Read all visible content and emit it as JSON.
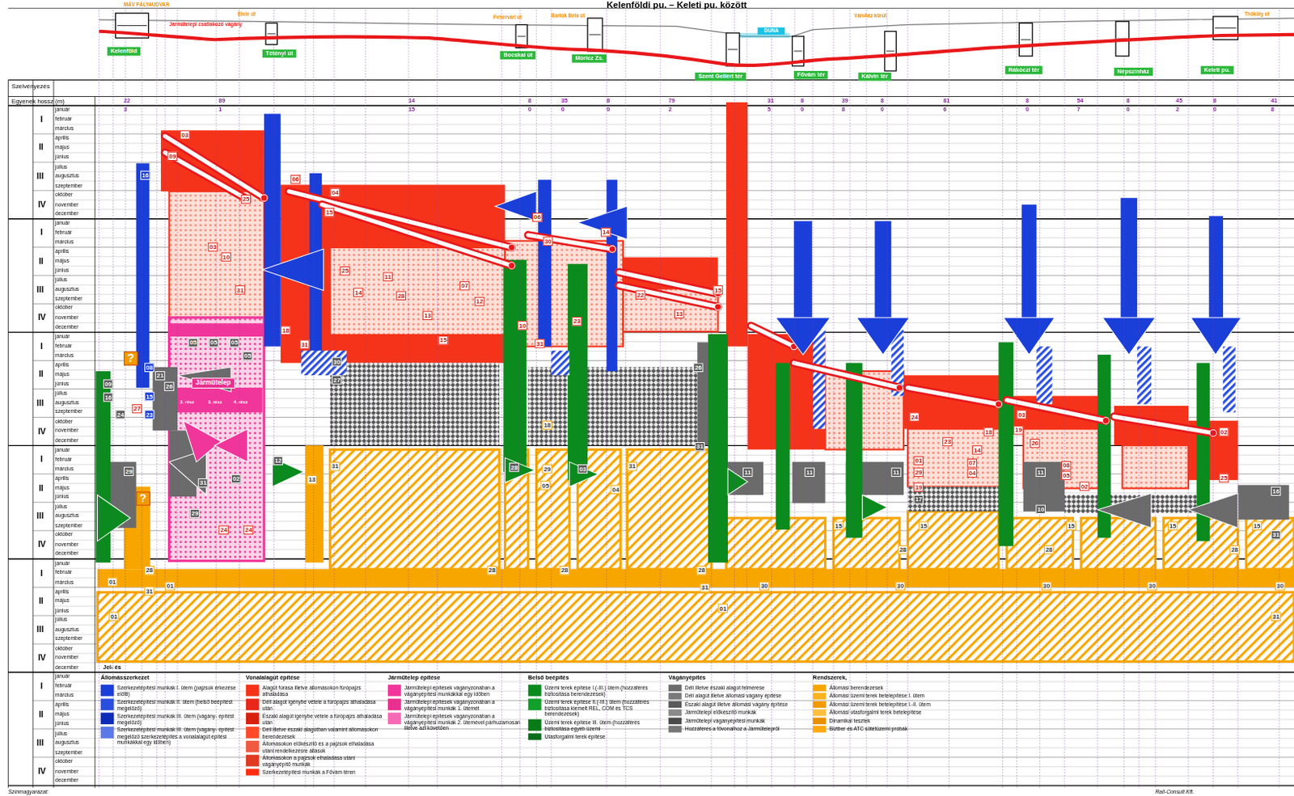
{
  "diagram": {
    "title": "Kelenföldi pu. – Keleti pu. között",
    "nodes": [
      {
        "text": [
          "Kelenföld"
        ]
      },
      {
        "text": [
          "Tétényi út"
        ]
      },
      {
        "text": [
          "Bocskai út"
        ]
      },
      {
        "text": [
          "Móricz Zs."
        ]
      },
      {
        "text": [
          "Szent Gellért tér"
        ]
      },
      {
        "text": [
          "Fővám tér"
        ]
      },
      {
        "text": [
          "Kálvin tér"
        ]
      },
      {
        "text": [
          "Rákóczi tér"
        ]
      },
      {
        "text": [
          "Népszínház"
        ]
      },
      {
        "text": [
          "Keleti pu."
        ]
      },
      {
        "text": [
          "DUNA"
        ]
      },
      {
        "text": [
          "Jármütelep"
        ]
      }
    ],
    "labels": [
      "MÁV PÁLYAUDVAR",
      "Járműtelepi csatlakozó vágány",
      "Etele út",
      "Fehérvári út",
      "Bartók Béla út",
      "Vámház körút",
      "Thököly út",
      "Szelvényezés",
      "Egyenek hossz (m)",
      "22",
      "89",
      "14",
      "8",
      "35",
      "8",
      "79",
      "31",
      "8",
      "39",
      "8",
      "81",
      "8",
      "54",
      "8",
      "45",
      "8",
      "41",
      "3",
      "1",
      "15",
      "0",
      "0",
      "0",
      "2",
      "5",
      "0",
      "8",
      "0",
      "6",
      "0",
      "7",
      "0",
      "2",
      "0",
      "8",
      "I",
      "II",
      "III",
      "IV",
      "I",
      "II",
      "III",
      "IV",
      "I",
      "II",
      "III",
      "IV",
      "I",
      "II",
      "III",
      "IV",
      "I",
      "II",
      "III",
      "IV",
      "I",
      "II",
      "III",
      "IV",
      "január",
      "február",
      "március",
      "április",
      "május",
      "június",
      "július",
      "augusztus",
      "szeptember",
      "október",
      "november",
      "december",
      "január",
      "február",
      "március",
      "április",
      "május",
      "június",
      "július",
      "augusztus",
      "szeptember",
      "október",
      "november",
      "december",
      "január",
      "február",
      "március",
      "április",
      "május",
      "június",
      "július",
      "augusztus",
      "szeptember",
      "október",
      "november",
      "december",
      "január",
      "február",
      "március",
      "április",
      "május",
      "június",
      "július",
      "augusztus",
      "szeptember",
      "október",
      "november",
      "december",
      "január",
      "február",
      "március",
      "április",
      "május",
      "június",
      "július",
      "augusztus",
      "szeptember",
      "október",
      "november",
      "december",
      "január",
      "február",
      "március",
      "április",
      "május",
      "június",
      "július",
      "augusztus",
      "szeptember",
      "október",
      "november",
      "december",
      "03",
      "09",
      "25",
      "06",
      "04",
      "16",
      "15",
      "03",
      "10",
      "31",
      "25",
      "14",
      "11",
      "28",
      "13",
      "15",
      "07",
      "12",
      "06",
      "30",
      "14",
      "22",
      "13",
      "15",
      "18",
      "31",
      "30",
      "27",
      "26",
      "05",
      "05",
      "05",
      "05",
      "08",
      "21",
      "26",
      "15",
      "09",
      "16",
      "27",
      "23",
      "24",
      "29",
      "29",
      "31",
      "02",
      "24",
      "24",
      "12",
      "13",
      "31",
      "28",
      "29",
      "03",
      "05",
      "04",
      "31",
      "18",
      "31",
      "10",
      "31",
      "23",
      "11",
      "11",
      "11",
      "11",
      "15",
      "15",
      "15",
      "15",
      "15",
      "28",
      "28",
      "28",
      "30",
      "30",
      "30",
      "30",
      "30",
      "01",
      "01",
      "31",
      "31",
      "01",
      "01",
      "31",
      "28",
      "28",
      "28",
      "28",
      "31",
      "16",
      "10",
      "17",
      "19",
      "29",
      "01",
      "24",
      "23",
      "14",
      "07",
      "04",
      "18",
      "03",
      "19",
      "20",
      "08",
      "05",
      "02",
      "25",
      "02",
      "?",
      "?",
      "2. rész",
      "3. rész",
      "4. rész",
      "Állomásszerkezet",
      "Vonalalagút építése",
      "Járműtelep építése",
      "Belső beépítés",
      "Vágányépítés",
      "Rendszerek,",
      "Jel- és",
      "Színmagyarázat:",
      "Rail-Consult Kft."
    ],
    "legend": [
      {
        "text": "Szerkezetépítési munkák I. ütem (pajzsok érkezése előtti)",
        "color": "#1a3ed8"
      },
      {
        "text": "Szerkezetépítési munkák II. ütem (belső beépítést megelőző)",
        "color": "#2a4fe0"
      },
      {
        "text": "Szerkezetépítési munkák III. ütem (vágány- építést megelőző)",
        "color": "#0d2bb8"
      },
      {
        "text": "Szerkezetépítési munkák III. ütem (vágány- építést megelőző szerkezetépítés a vonalalagút építési munkákkal egy időben)",
        "color": "#5a78e8"
      },
      {
        "text": "Alagút fúrása illetve állomásokon fúrópajzs áthaladása",
        "color": "#f5331a"
      },
      {
        "text": "Déli alagút igénybe vétele a fúrópajzs áthaladása után",
        "color": "#e8291a"
      },
      {
        "text": "Északi alagút igénybe vétele a fúrópajzs áthaladása után",
        "color": "#d8200f"
      },
      {
        "text": "Déli illetve északi alagútban valamint állomásokon berendezések",
        "color": "#ff4a2a"
      },
      {
        "text": "Állomásokon előkészítő és a pajzsok elhaladása utáni rendelkezésre állások",
        "color": "#f05a40"
      },
      {
        "text": "Állomásokon a pajzsok elhaladása utáni vágányépítő munkák",
        "color": "#e03a20"
      },
      {
        "text": "Szerkezetépítési munkák a Fővám téren",
        "color": "#ff2d10"
      },
      {
        "text": "Járműtelepi építések vágányzónában a vágányépítési munkákkal egy időben",
        "color": "#f0369a"
      },
      {
        "text": "Járműtelepi építések vágányzónában a vágányépítési munkák 1. ütemét",
        "color": "#e8308f"
      },
      {
        "text": "Járműtelepi építések vágányzónában a vágányépítési munkák 2. ütemével párhuzamosan illetve azt követően",
        "color": "#f56ab4"
      },
      {
        "text": "Üzemi terek építése I.(-III.) ütem (hozzáférés biztosítása berendezések)",
        "color": "#0b8a1e"
      },
      {
        "text": "Üzemi terek építése II.(-III.) ütem (hozzáférés biztosítása kiemelt REL, COM és TCS berendezések)",
        "color": "#12a02a"
      },
      {
        "text": "Üzemi terek építése III. ütem (hozzáférés biztosítása egyéb üzemi",
        "color": "#087a18"
      },
      {
        "text": "Utasforgalmi terek építése",
        "color": "#0b6e1a"
      },
      {
        "text": "Déli illetve északi alagút felmérése",
        "color": "#6b6b6b"
      },
      {
        "text": "Déli alagút illetve állomási vágány építése",
        "color": "#7a7a7a"
      },
      {
        "text": "Északi alagút illetve állomási vágány építése",
        "color": "#5a5a5a"
      },
      {
        "text": "Járműtelepi előkészítő munkák",
        "color": "#8a8a8a"
      },
      {
        "text": "Járműtelepi vágányépítési munkák",
        "color": "#4a4a4a"
      },
      {
        "text": "Hozzáférés a fővonalhoz a Járműtelepről",
        "color": "#777777"
      },
      {
        "text": "Állomási berendezések",
        "color": "#f7a600"
      },
      {
        "text": "Állomási üzemi terek betelepítése I. ütem",
        "color": "#f9b320"
      },
      {
        "text": "Állomási üzemi terek betelepítése I.-II. ütem",
        "color": "#f39a00"
      },
      {
        "text": "Állomási utasforgalmi terek betelepítése",
        "color": "#ffc040"
      },
      {
        "text": "Dinamikai tesztek",
        "color": "#e89000"
      },
      {
        "text": "Biztber és ATC sötétüzemi próbák",
        "color": "#ffaa10"
      }
    ]
  }
}
